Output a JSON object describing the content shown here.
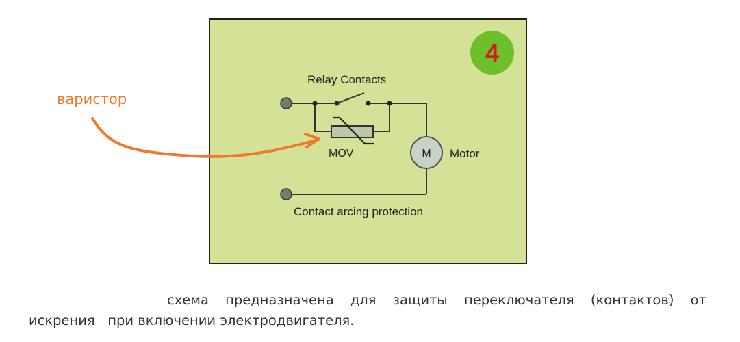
{
  "figure": {
    "badge_number": "4",
    "relay_contacts_label": "Relay Contacts",
    "mov_label": "MOV",
    "motor_symbol": "M",
    "motor_label": "Motor",
    "bottom_label": "Contact arcing protection"
  },
  "annotation": {
    "label": "варистор",
    "color": "#f07a2a"
  },
  "caption": {
    "line1_words": [
      "схема",
      "предназначена",
      "для",
      "защиты",
      "переключателя",
      "(контактов)",
      "от"
    ],
    "line2": "искрения   при включении электродвигателя."
  },
  "colors": {
    "panel_bg": "#d3e296",
    "badge_bg": "#6ec02a",
    "badge_text": "#cc1f1f",
    "wire": "#333333"
  }
}
